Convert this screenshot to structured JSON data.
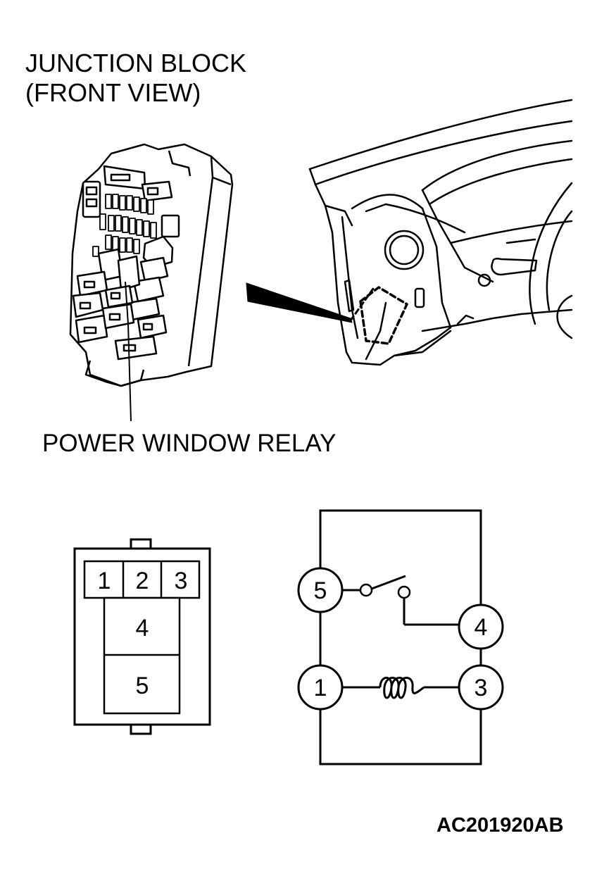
{
  "header": {
    "title_line1": "JUNCTION BLOCK",
    "title_line2": "(FRONT VIEW)"
  },
  "callout": {
    "relay_label": "POWER WINDOW RELAY"
  },
  "connector": {
    "pins_top": [
      "1",
      "2",
      "3"
    ],
    "pin_middle": "4",
    "pin_bottom": "5"
  },
  "schematic": {
    "terminal_top_left": "5",
    "terminal_top_right": "4",
    "terminal_bottom_left": "1",
    "terminal_bottom_right": "3"
  },
  "footer": {
    "figure_id": "AC201920AB"
  }
}
